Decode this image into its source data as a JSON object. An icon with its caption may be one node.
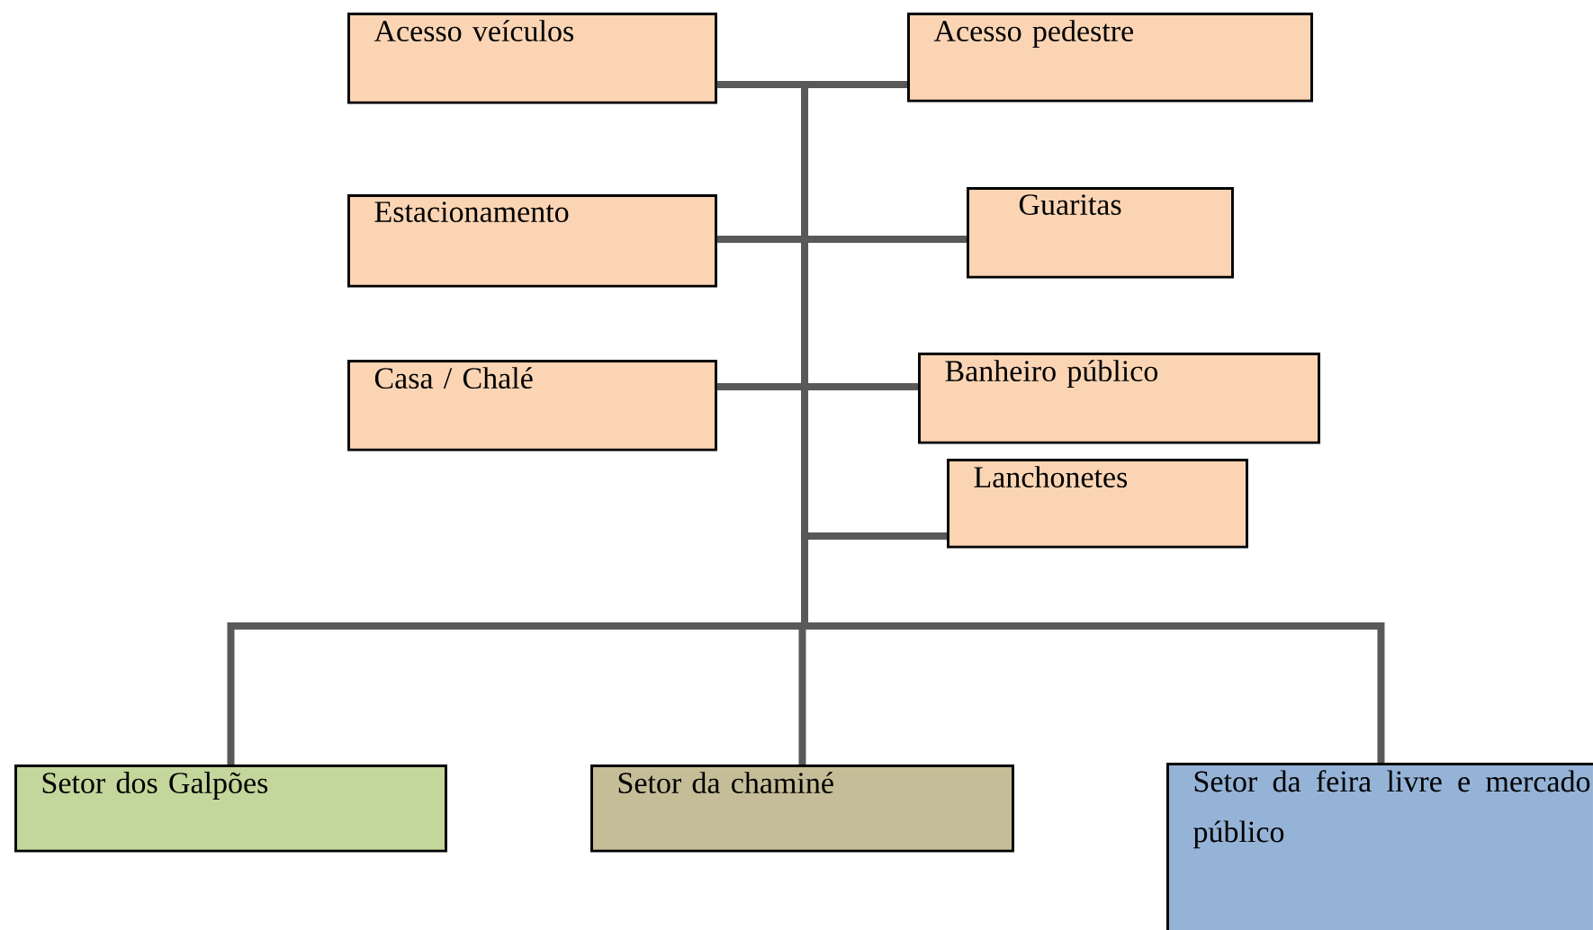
{
  "diagram": {
    "nodes": [
      {
        "text": [
          "Acesso veículos"
        ]
      },
      {
        "text": [
          "Acesso pedestre"
        ]
      },
      {
        "text": [
          "Estacionamento"
        ]
      },
      {
        "text": [
          "Guaritas"
        ]
      },
      {
        "text": [
          "Casa / Chalé"
        ]
      },
      {
        "text": [
          "Banheiro público"
        ]
      },
      {
        "text": [
          "Lanchonetes"
        ]
      },
      {
        "text": [
          "Setor dos Galpões"
        ]
      },
      {
        "text": [
          "Setor da chaminé"
        ]
      },
      {
        "text": [
          "Setor da feira livre e mercado público"
        ]
      }
    ],
    "edges": [
      {
        "from": 0,
        "to": 1,
        "arrow": "none"
      },
      {
        "from": 2,
        "to": 3,
        "arrow": "none"
      },
      {
        "from": 4,
        "to": 5,
        "arrow": "none"
      },
      {
        "from": 0,
        "to": 6,
        "arrow": "none"
      },
      {
        "from": 0,
        "to": 7,
        "arrow": "none"
      },
      {
        "from": 0,
        "to": 8,
        "arrow": "none"
      },
      {
        "from": 0,
        "to": 9,
        "arrow": "none"
      }
    ]
  }
}
